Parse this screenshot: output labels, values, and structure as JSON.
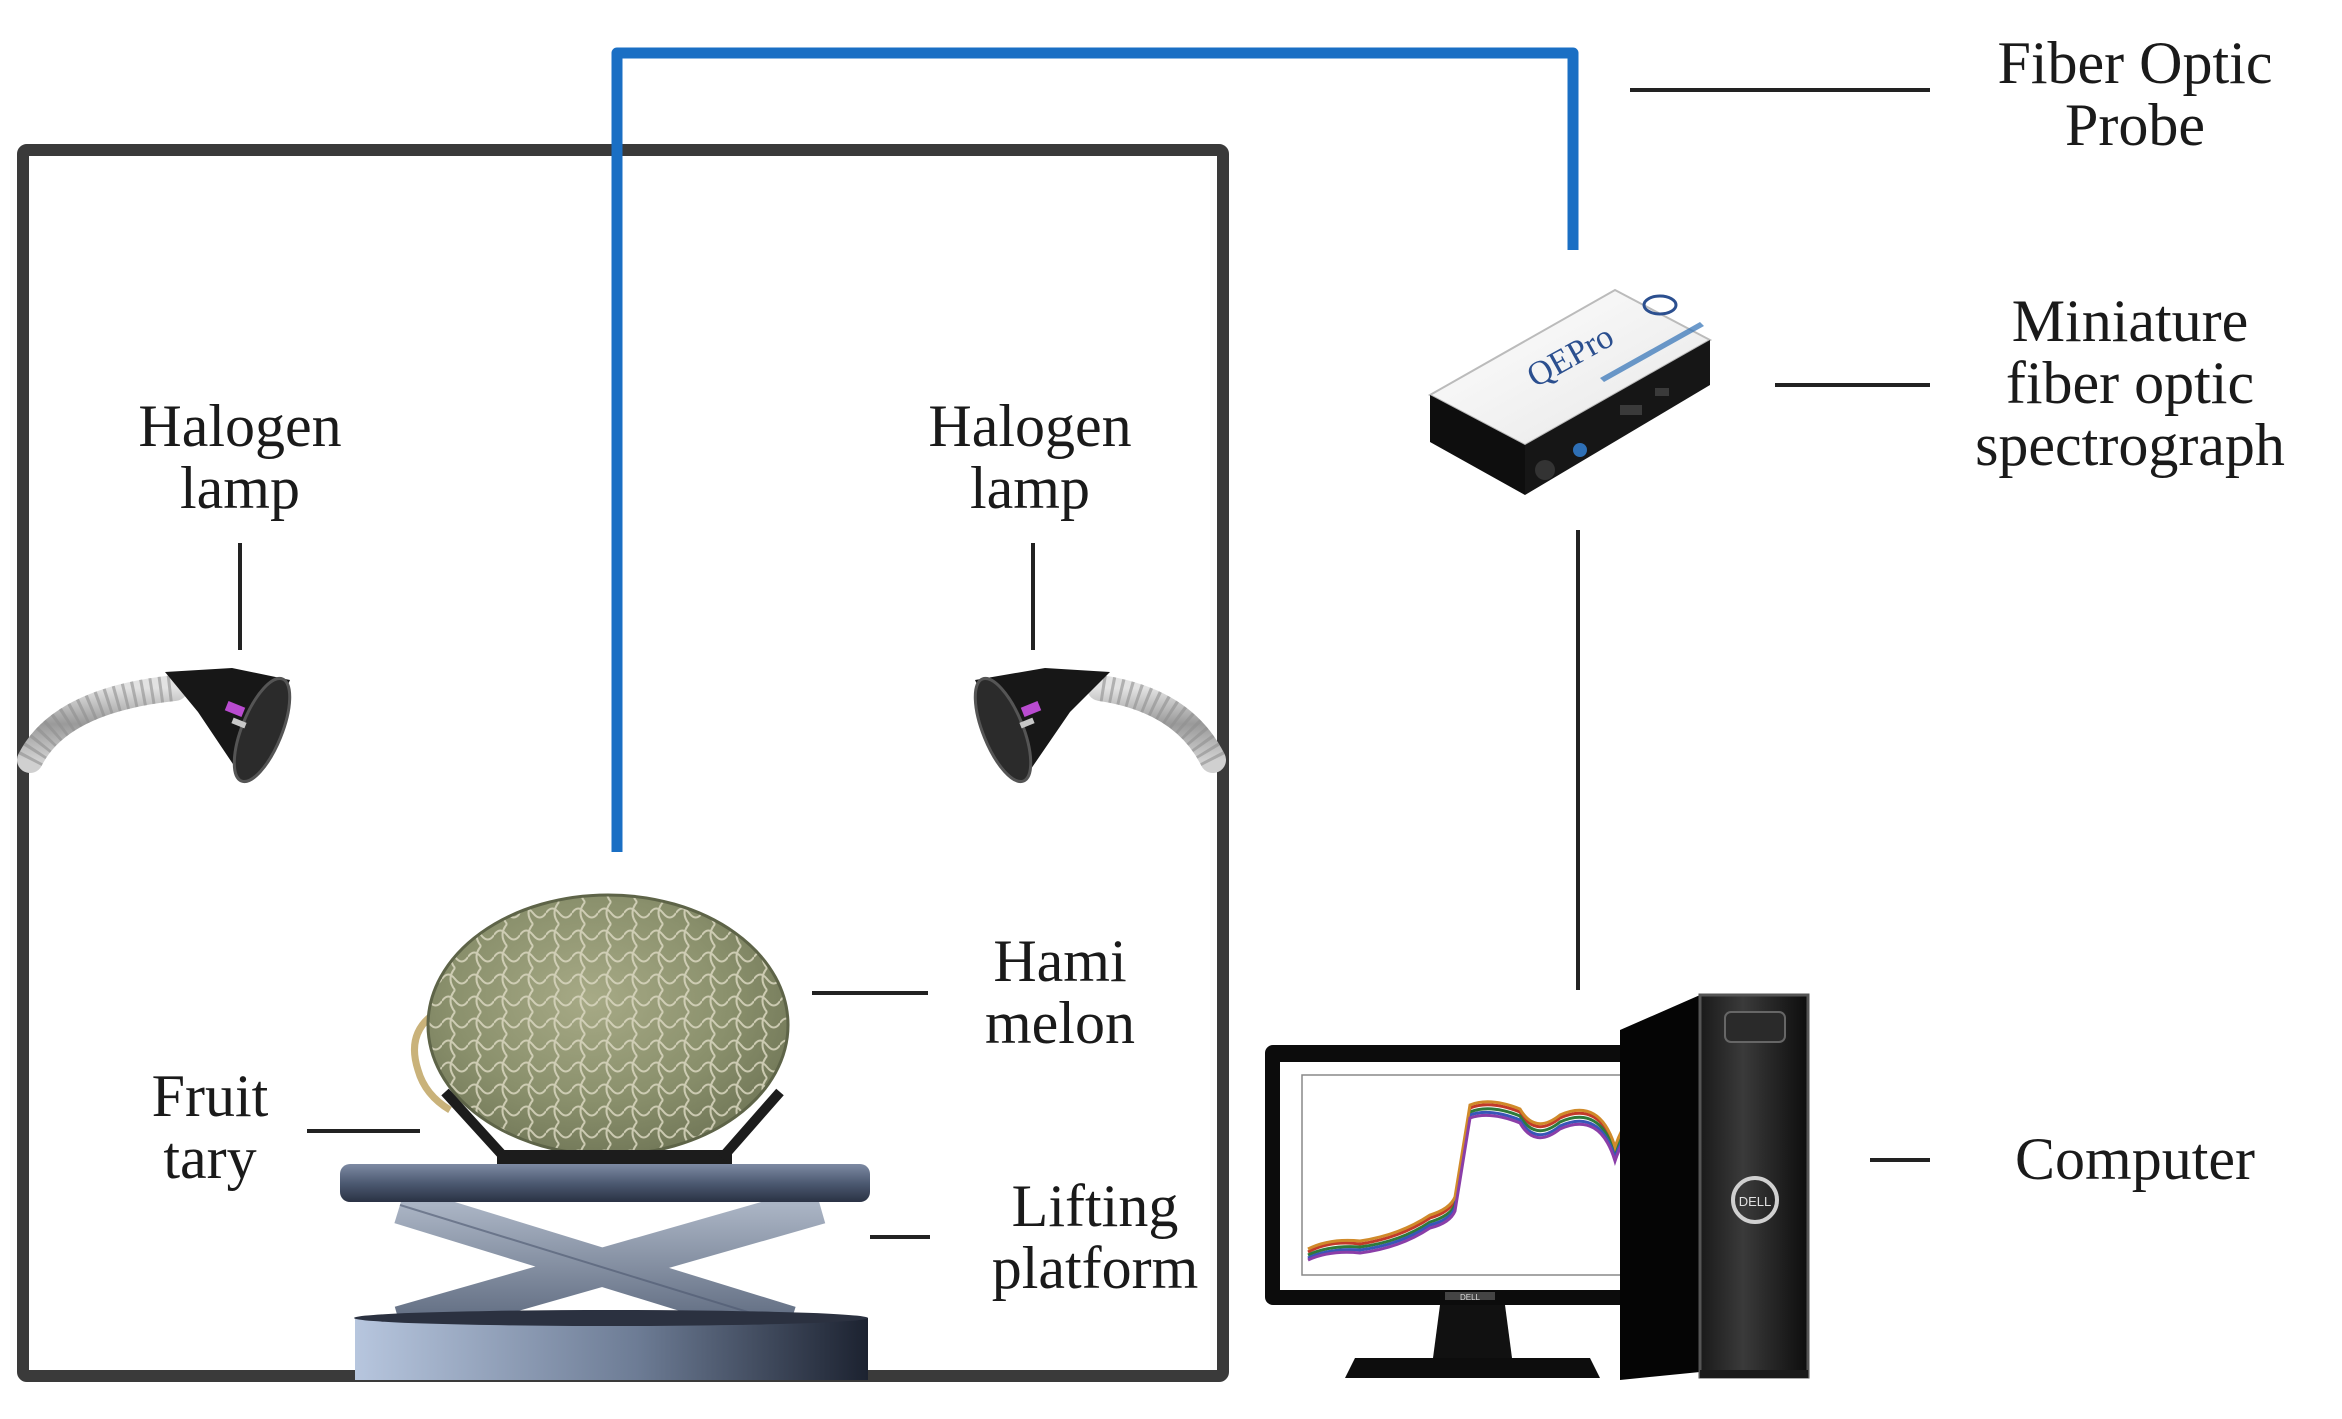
{
  "labels": {
    "probe": [
      "Fiber Optic",
      "Probe"
    ],
    "spectrograph": [
      "Miniature",
      "fiber optic",
      "spectrograph"
    ],
    "computer": "Computer",
    "lamp_left": [
      "Halogen",
      "lamp"
    ],
    "lamp_right": [
      "Halogen",
      "lamp"
    ],
    "melon": [
      "Hami",
      "melon"
    ],
    "tray": [
      "Fruit",
      "tary"
    ],
    "platform": [
      "Lifting",
      "platform"
    ]
  },
  "device": {
    "brand": "QEPro",
    "computer_brand": "DELL"
  },
  "colors": {
    "fiber": "#1a6fc4",
    "frame": "#3a3a3a",
    "leader": "#222222"
  },
  "icons": [
    "spectrometer-icon",
    "halogen-lamp-icon",
    "melon-icon",
    "computer-icon",
    "lifting-platform-icon"
  ]
}
